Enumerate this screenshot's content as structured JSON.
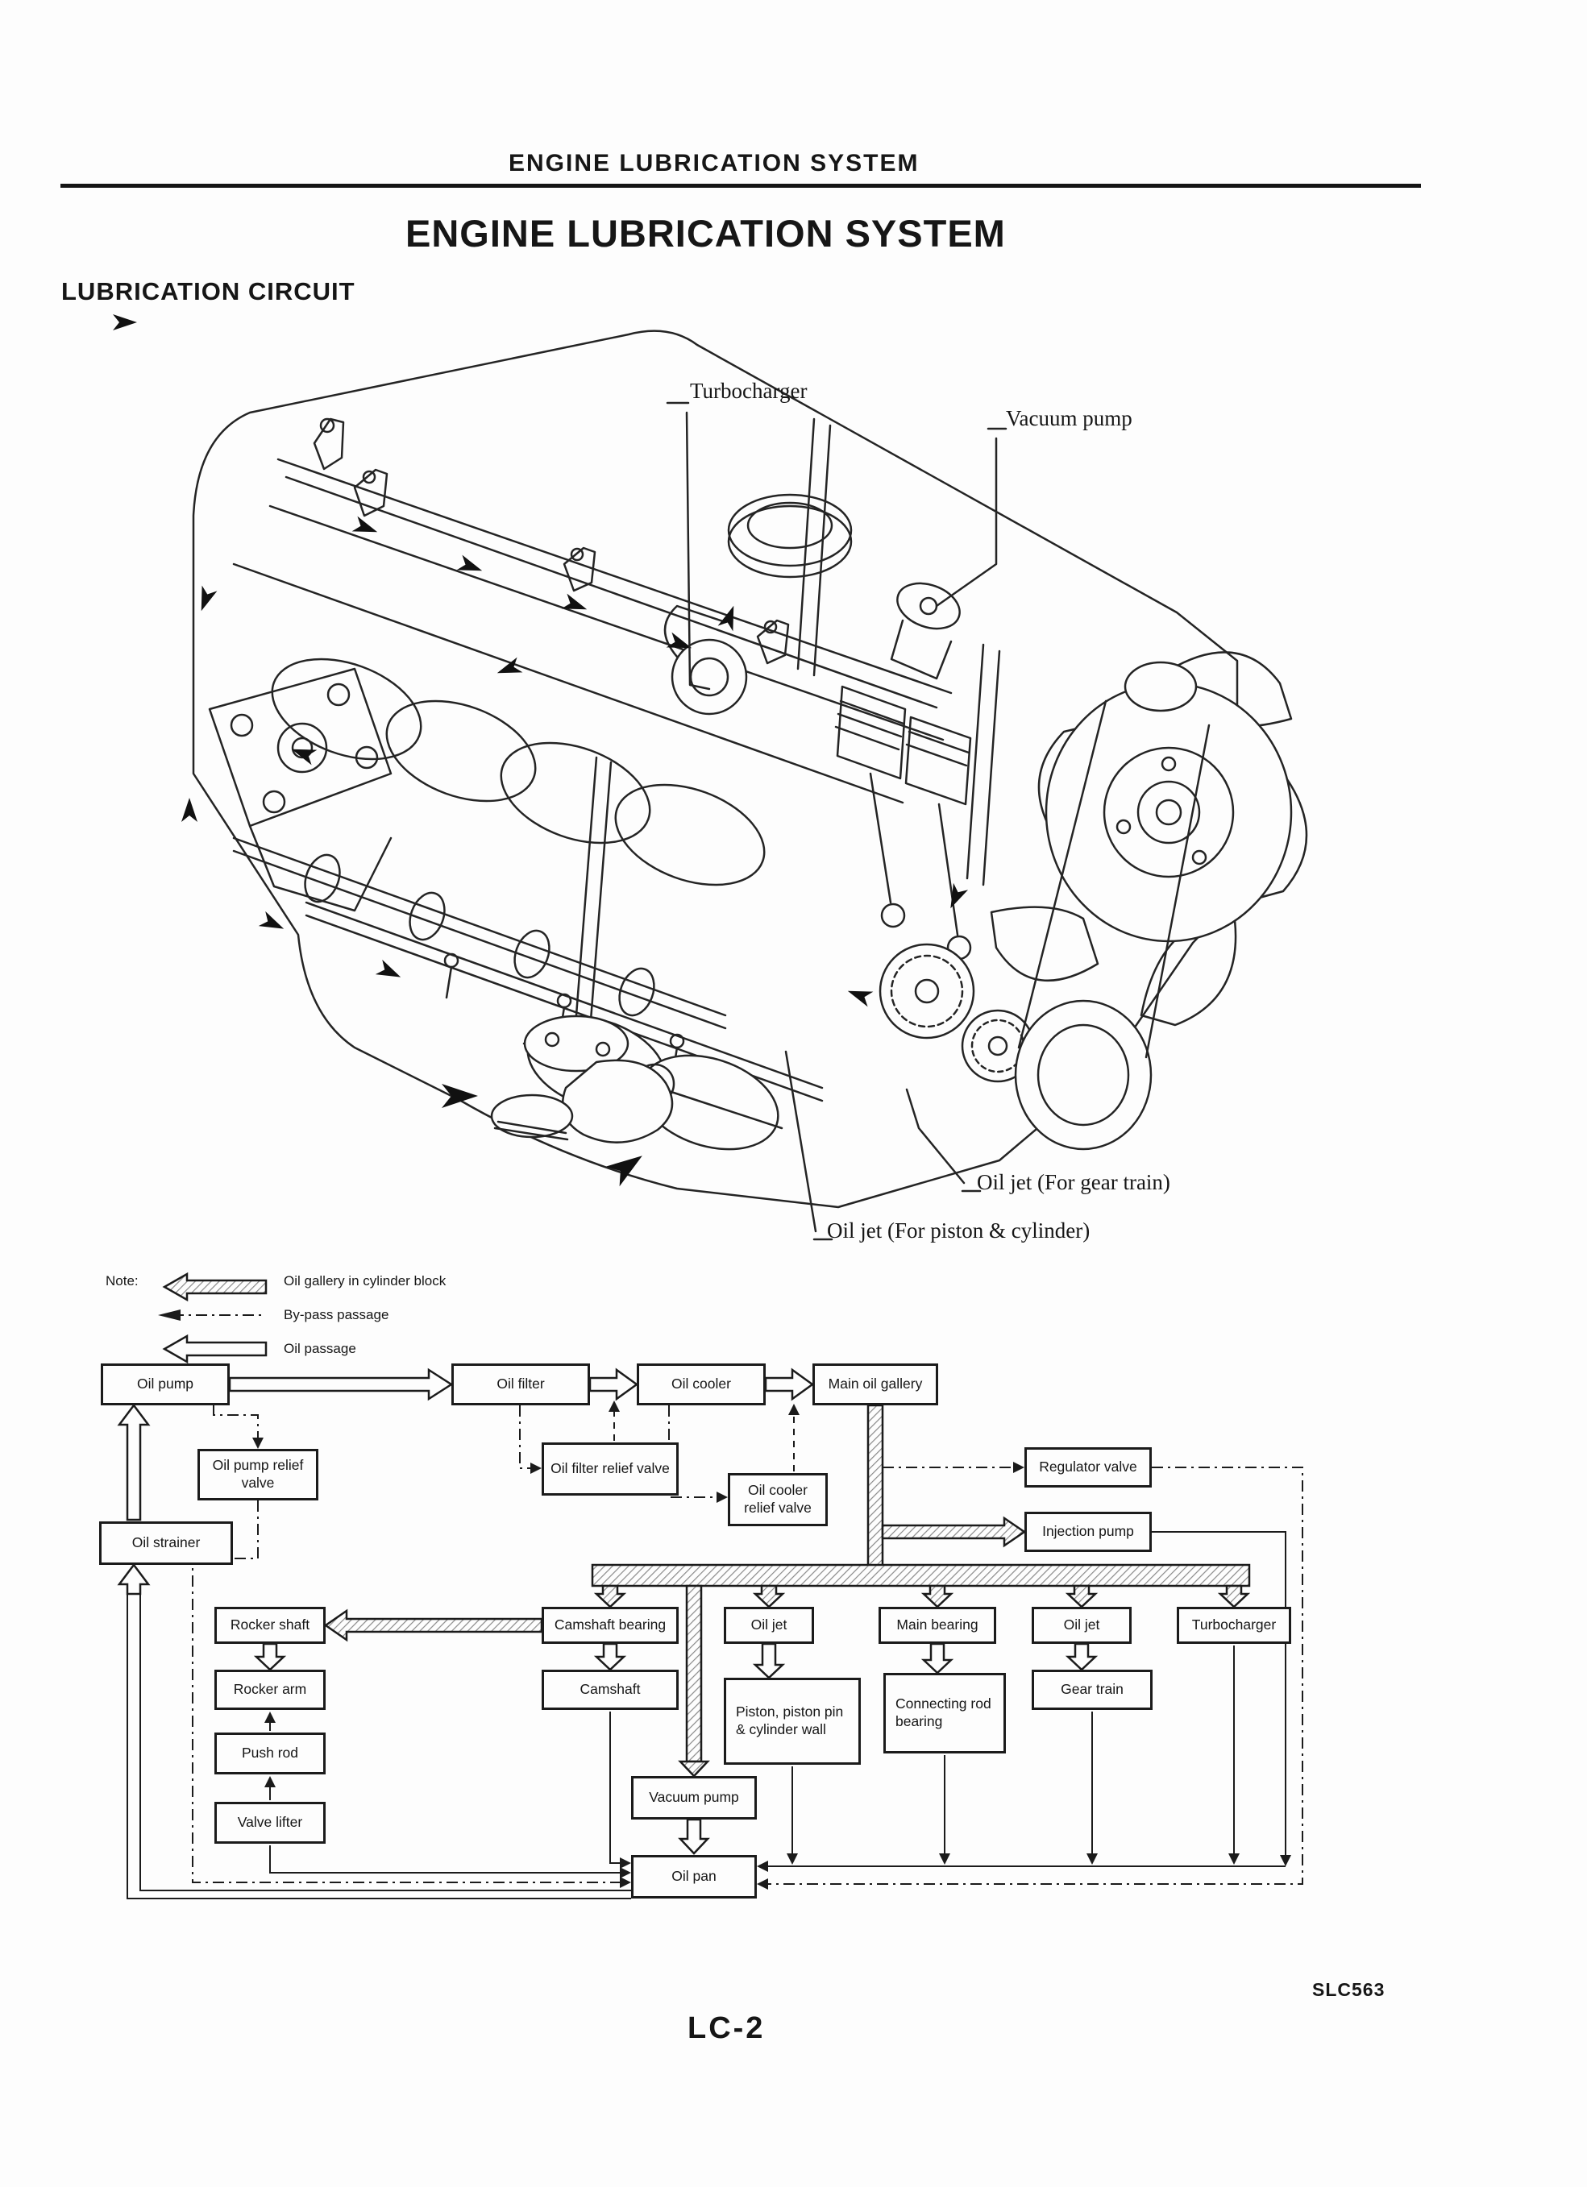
{
  "page": {
    "running_head": "ENGINE LUBRICATION SYSTEM",
    "title": "ENGINE LUBRICATION SYSTEM",
    "section_heading": "LUBRICATION CIRCUIT",
    "figure_code": "SLC563",
    "page_number": "LC-2"
  },
  "engine_figure": {
    "labels": [
      {
        "id": "turbocharger",
        "text": "Turbocharger"
      },
      {
        "id": "vacuum-pump",
        "text": "Vacuum pump"
      },
      {
        "id": "oil-jet-gear-train",
        "text": "Oil jet (For gear train)"
      },
      {
        "id": "oil-jet-piston-cylinder",
        "text": "Oil jet (For piston & cylinder)"
      }
    ]
  },
  "legend": {
    "note_label": "Note:",
    "items": [
      {
        "symbol": "hatched-arrow",
        "text": "Oil gallery in cylinder block"
      },
      {
        "symbol": "by-pass-arrow",
        "text": "By-pass passage"
      },
      {
        "symbol": "open-arrow",
        "text": "Oil passage"
      }
    ]
  },
  "flowchart": {
    "nodes": [
      {
        "id": "oil-pump",
        "label": "Oil pump"
      },
      {
        "id": "oil-filter",
        "label": "Oil filter"
      },
      {
        "id": "oil-cooler",
        "label": "Oil cooler"
      },
      {
        "id": "main-oil-gallery",
        "label": "Main oil gallery"
      },
      {
        "id": "oil-pump-relief-valve",
        "label": "Oil pump relief valve"
      },
      {
        "id": "oil-strainer",
        "label": "Oil strainer"
      },
      {
        "id": "oil-filter-relief-valve",
        "label": "Oil filter relief valve"
      },
      {
        "id": "oil-cooler-relief-valve",
        "label": "Oil cooler relief valve"
      },
      {
        "id": "regulator-valve",
        "label": "Regulator valve"
      },
      {
        "id": "injection-pump",
        "label": "Injection pump"
      },
      {
        "id": "rocker-shaft",
        "label": "Rocker shaft"
      },
      {
        "id": "camshaft-bearing",
        "label": "Camshaft bearing"
      },
      {
        "id": "oil-jet-piston-feed",
        "label": "Oil jet"
      },
      {
        "id": "main-bearing",
        "label": "Main bearing"
      },
      {
        "id": "oil-jet-gear-feed",
        "label": "Oil jet"
      },
      {
        "id": "turbocharger",
        "label": "Turbocharger"
      },
      {
        "id": "rocker-arm",
        "label": "Rocker arm"
      },
      {
        "id": "camshaft",
        "label": "Camshaft"
      },
      {
        "id": "piston-pin-cylinder-wall",
        "label": "Piston, piston pin & cylinder wall"
      },
      {
        "id": "connecting-rod-bearing",
        "label": "Connecting rod bearing"
      },
      {
        "id": "gear-train",
        "label": "Gear train"
      },
      {
        "id": "push-rod",
        "label": "Push rod"
      },
      {
        "id": "valve-lifter",
        "label": "Valve lifter"
      },
      {
        "id": "vacuum-pump",
        "label": "Vacuum pump"
      },
      {
        "id": "oil-pan",
        "label": "Oil pan"
      }
    ]
  }
}
